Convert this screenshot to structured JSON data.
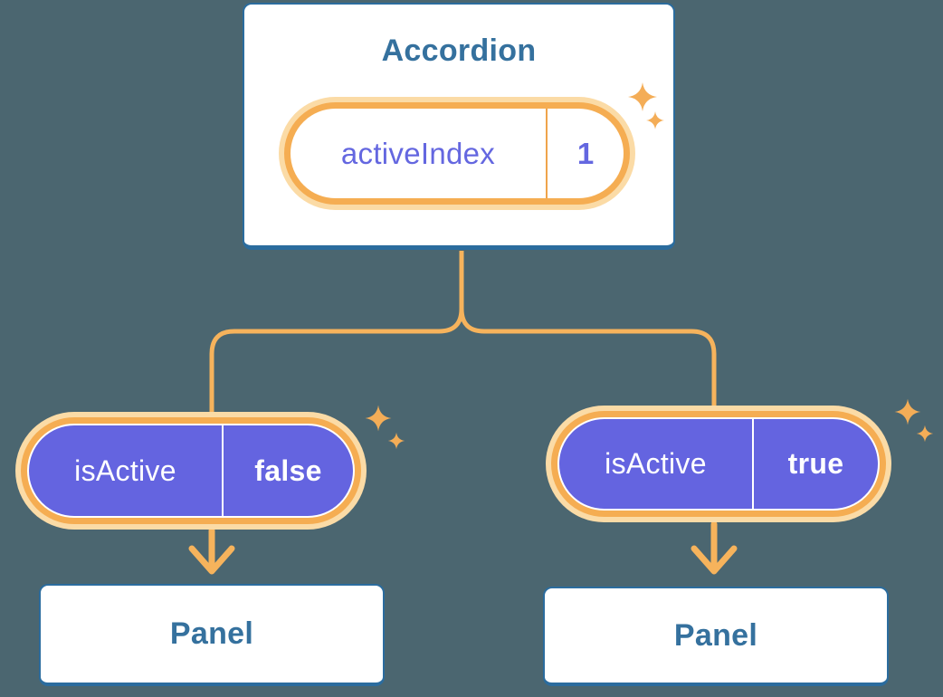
{
  "canvas": {
    "background": "#4B6670"
  },
  "accordion": {
    "title": "Accordion",
    "state": {
      "name": "activeIndex",
      "value": "1"
    }
  },
  "panels": [
    {
      "prop": {
        "name": "isActive",
        "value": "false"
      },
      "title": "Panel"
    },
    {
      "prop": {
        "name": "isActive",
        "value": "true"
      },
      "title": "Panel"
    }
  ],
  "icons": {
    "sparkle": "sparkle-icon",
    "arrow": "arrow-down-icon"
  },
  "colors": {
    "background": "#4B6670",
    "card_border": "#2B6C9E",
    "card_text": "#35719E",
    "pill_border_orange": "#F5AD52",
    "pill_glow_cream": "#FBDBA6",
    "connector_orange": "#F6B35C",
    "prop_pill_purple": "#6464E0",
    "state_text_purple": "#6467E0",
    "prop_text_white": "#FFFFFF"
  }
}
